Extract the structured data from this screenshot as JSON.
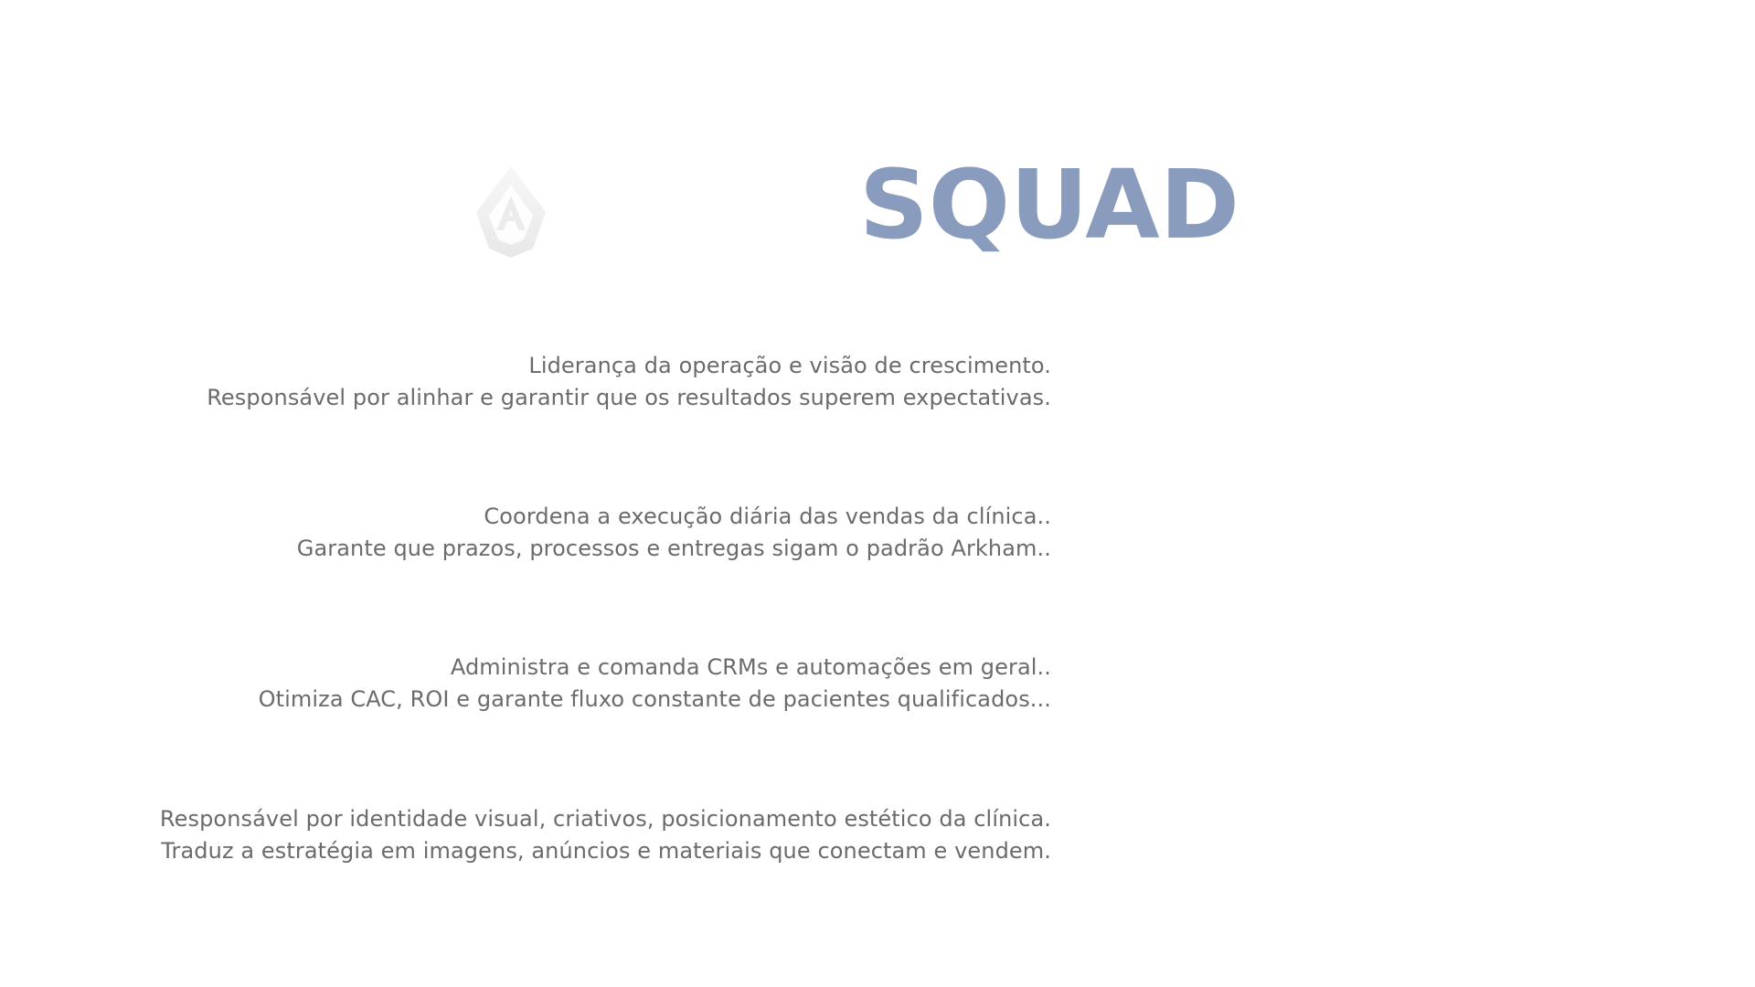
{
  "colors": {
    "title": "#8a9cbd",
    "body_text": "#6b6b6b",
    "logo_watermark": "#e9e9e9",
    "background": "#ffffff"
  },
  "logo": {
    "icon": "arkham-shield-icon"
  },
  "title": "SQUAD",
  "blocks": [
    {
      "line1": "Liderança da operação e visão de crescimento.",
      "line2": "Responsável por alinhar e garantir que os resultados superem expectativas."
    },
    {
      "line1": "Coordena a execução diária das vendas da clínica..",
      "line2": "Garante que prazos, processos e entregas sigam o padrão Arkham.."
    },
    {
      "line1": "Administra e comanda CRMs e automações em geral..",
      "line2": "Otimiza CAC, ROI e garante fluxo constante de pacientes qualificados..."
    },
    {
      "line1": "Responsável por identidade visual, criativos, posicionamento estético da clínica.",
      "line2": "Traduz a estratégia em imagens, anúncios e materiais que conectam e vendem."
    }
  ]
}
